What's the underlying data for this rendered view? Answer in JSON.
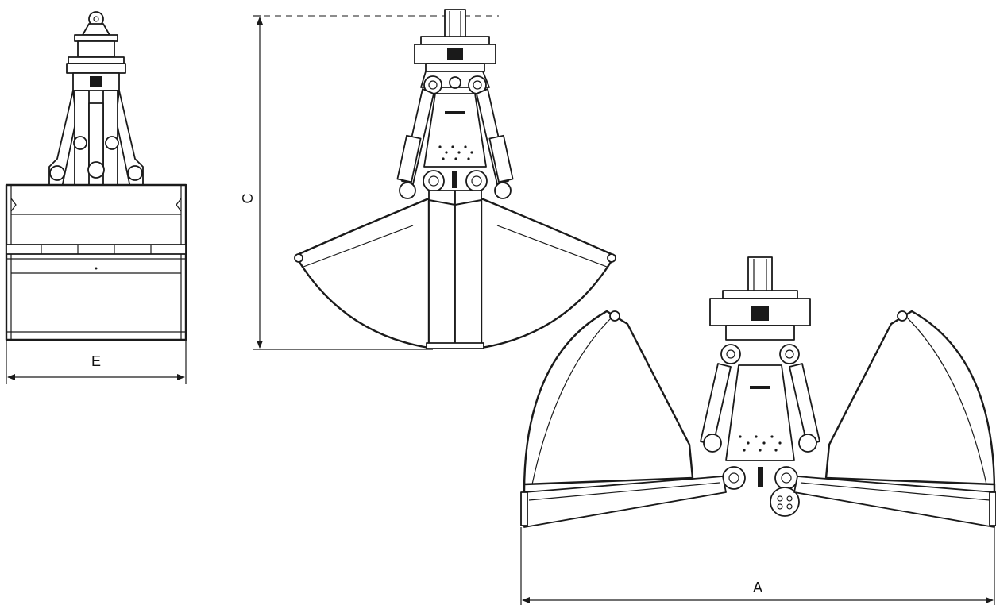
{
  "dimensions": {
    "width_label": "E",
    "height_label": "C",
    "open_width_label": "A"
  },
  "views": [
    {
      "id": "side",
      "name": "side-view"
    },
    {
      "id": "front-closed",
      "name": "front-view-closed"
    },
    {
      "id": "front-open",
      "name": "front-view-open"
    }
  ]
}
